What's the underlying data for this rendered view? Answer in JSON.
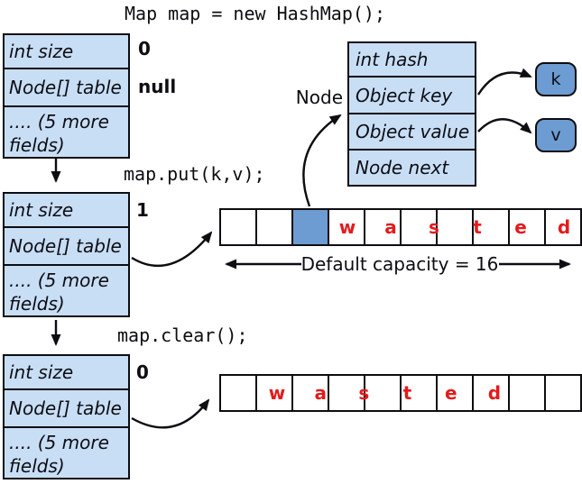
{
  "title": "Map map = new HashMap();",
  "colors": {
    "record_fill": "#c8def5",
    "reference_fill": "#6c9cd2",
    "wasted_letter_color": "#e41a1c",
    "line_color": "#0d0d12"
  },
  "hashmap_record": {
    "fields": [
      "int size",
      "Node[] table",
      ".... (5 more fields)"
    ]
  },
  "states": [
    {
      "size_value": "0",
      "table_value": "null"
    },
    {
      "size_value": "1"
    },
    {
      "size_value": "0"
    }
  ],
  "calls": {
    "put": "map.put(k,v);",
    "clear": "map.clear();"
  },
  "node_record": {
    "label": "Node",
    "fields": [
      "int hash",
      "Object key",
      "Object value",
      "Node next"
    ],
    "key_ref_label": "k",
    "value_ref_label": "v"
  },
  "middle_array": {
    "cell_count": 10,
    "filled_cell_index": 2,
    "letters": [
      "w",
      "a",
      "s",
      "t",
      "e",
      "d"
    ],
    "caption": "Default capacity = 16"
  },
  "bottom_array": {
    "cell_count": 10,
    "letters": [
      "w",
      "a",
      "s",
      "t",
      "e",
      "d"
    ]
  }
}
